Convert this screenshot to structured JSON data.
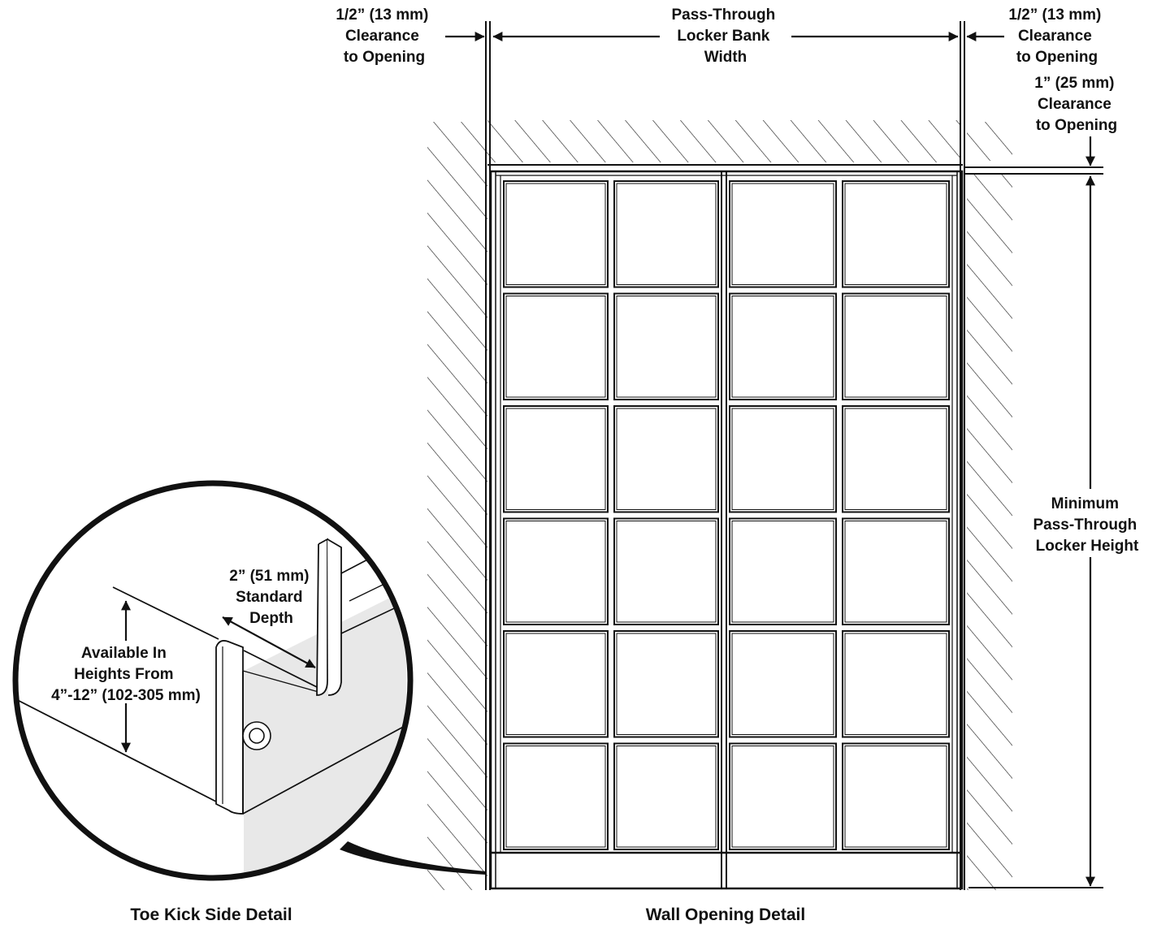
{
  "dimensions": {
    "left_clearance": [
      "1/2” (13 mm)",
      "Clearance",
      "to Opening"
    ],
    "bank_width": [
      "Pass-Through",
      "Locker Bank",
      "Width"
    ],
    "right_clearance": [
      "1/2” (13 mm)",
      "Clearance",
      "to Opening"
    ],
    "top_clearance": [
      "1” (25 mm)",
      "Clearance",
      "to Opening"
    ],
    "min_height": [
      "Minimum",
      "Pass-Through",
      "Locker Height"
    ]
  },
  "toe_kick": {
    "depth": [
      "2” (51 mm)",
      "Standard",
      "Depth"
    ],
    "heights": [
      "Available In",
      "Heights From",
      "4”-12” (102-305 mm)"
    ]
  },
  "captions": {
    "toe_kick_detail": "Toe Kick Side Detail",
    "wall_opening_detail": "Wall Opening Detail"
  },
  "locker_bank": {
    "sections": 2,
    "columns_per_section": 2,
    "rows": 6
  }
}
